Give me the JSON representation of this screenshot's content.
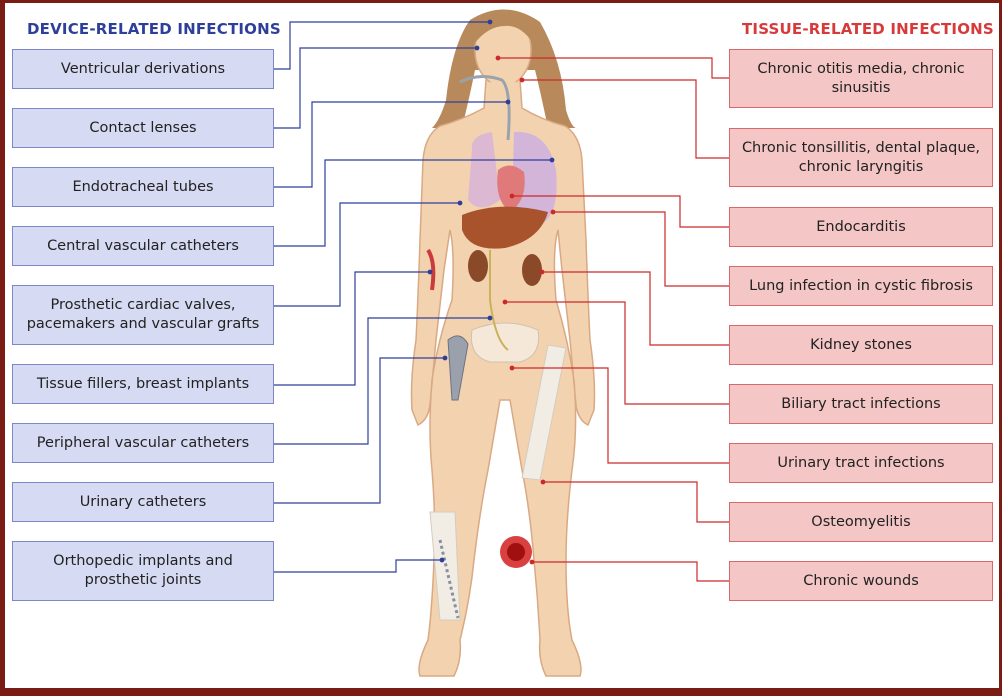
{
  "headings": {
    "device": "DEVICE-RELATED INFECTIONS",
    "tissue": "TISSUE-RELATED INFECTIONS"
  },
  "device_infections": [
    "Ventricular derivations",
    "Contact lenses",
    "Endotracheal tubes",
    "Central vascular catheters",
    "Prosthetic cardiac valves, pacemakers and vascular grafts",
    "Tissue fillers, breast implants",
    "Peripheral vascular catheters",
    "Urinary catheters",
    "Orthopedic implants and prosthetic joints"
  ],
  "tissue_infections": [
    "Chronic otitis media, chronic sinusitis",
    "Chronic tonsillitis, dental plaque, chronic laryngitis",
    "Endocarditis",
    "Lung infection in cystic fibrosis",
    "Kidney stones",
    "Biliary tract infections",
    "Urinary tract infections",
    "Osteomyelitis",
    "Chronic wounds"
  ],
  "colors": {
    "device_line": "#2e3f9a",
    "tissue_line": "#cc2a2a",
    "device_box": "#d6daf2",
    "tissue_box": "#f4c6c6",
    "skin": "#f3d2b0"
  }
}
